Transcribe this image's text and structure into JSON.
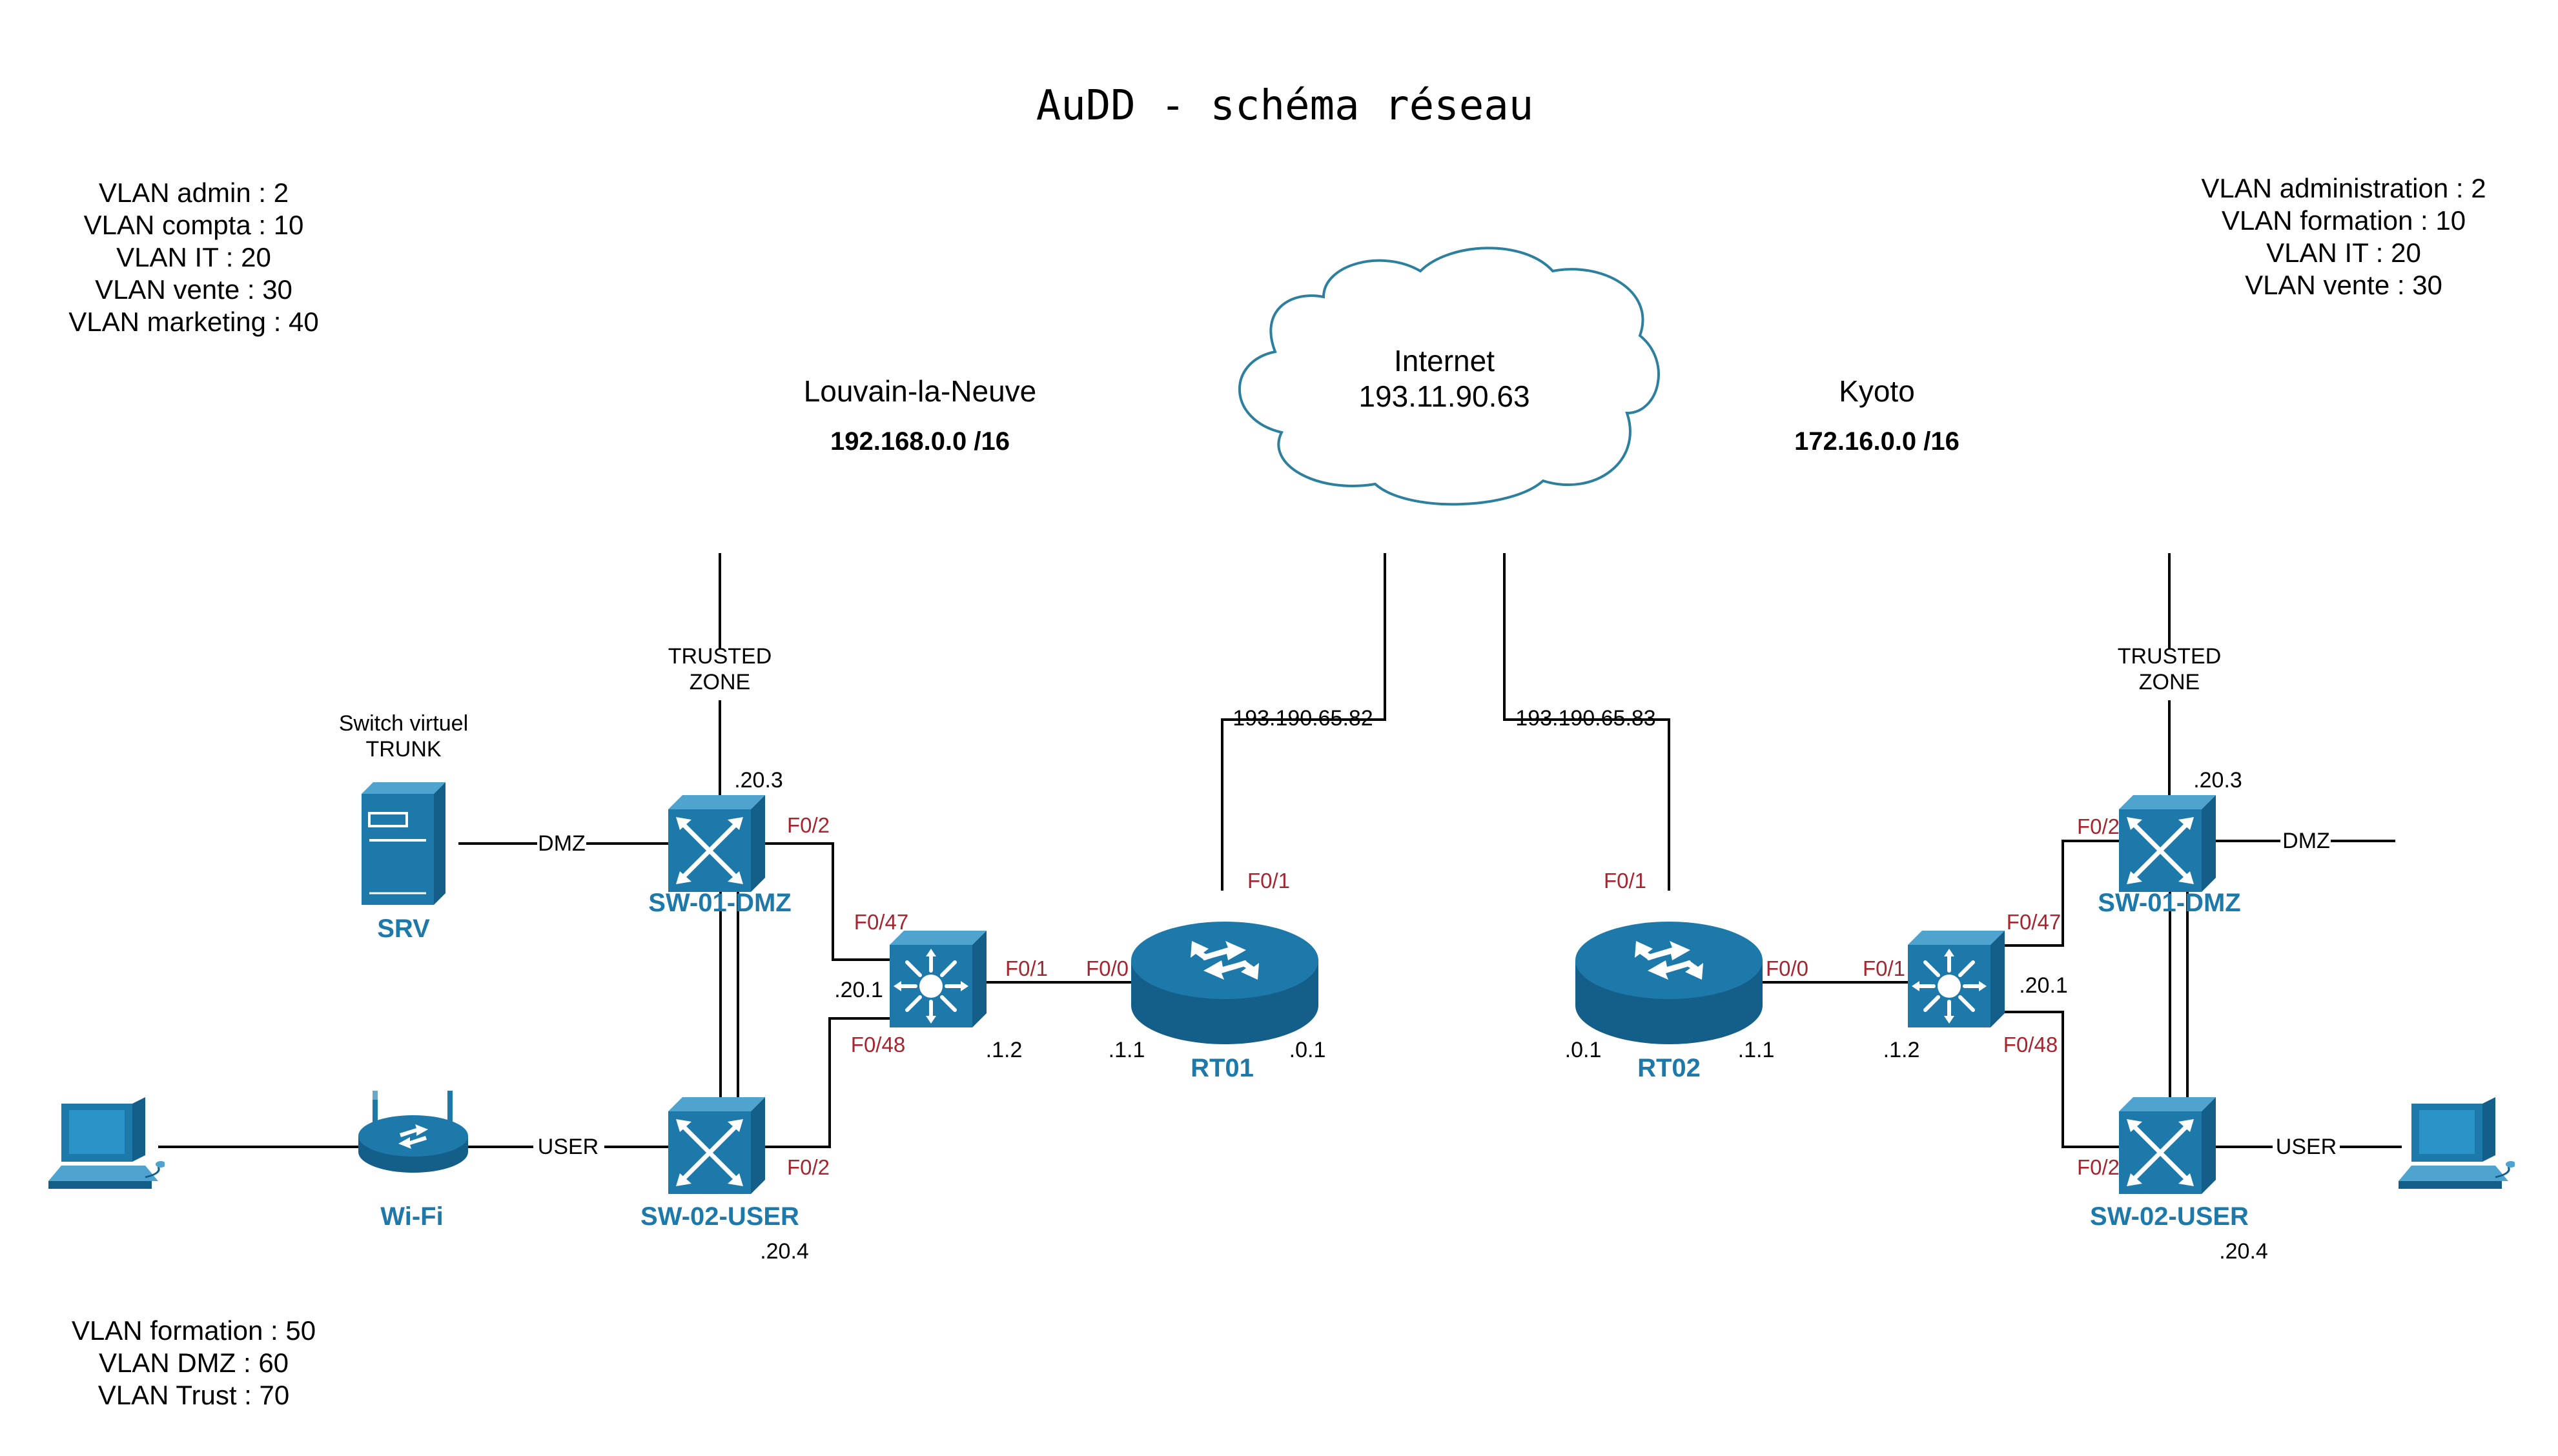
{
  "title": "AuDD - schéma réseau",
  "vlans_top_left": [
    "VLAN admin : 2",
    "VLAN compta : 10",
    "VLAN IT : 20",
    "VLAN vente : 30",
    "VLAN marketing : 40"
  ],
  "vlans_bottom_left": [
    "VLAN formation : 50",
    "VLAN DMZ : 60",
    "VLAN Trust : 70"
  ],
  "vlans_top_right": [
    "VLAN administration : 2",
    "VLAN formation : 10",
    "VLAN IT : 20",
    "VLAN vente : 30"
  ],
  "internet": {
    "label": "Internet",
    "ip": "193.11.90.63"
  },
  "sites": {
    "left": {
      "name": "Louvain-la-Neuve",
      "network": "192.168.0.0 /16"
    },
    "right": {
      "name": "Kyoto",
      "network": "172.16.0.0 /16"
    }
  },
  "wan": {
    "left_ip": "193.190.65.82",
    "right_ip": "193.190.65.83"
  },
  "left": {
    "trusted_zone": [
      "TRUSTED",
      "ZONE"
    ],
    "vswitch": [
      "Switch virtuel",
      "TRUNK"
    ],
    "srv": "SRV",
    "wifi": "Wi-Fi",
    "sw01": "SW-01-DMZ",
    "sw02": "SW-02-USER",
    "rt": "RT01",
    "dmz": "DMZ",
    "user": "USER",
    "sw01_ip": ".20.3",
    "sw02_ip": ".20.4",
    "core_ip": ".20.1",
    "core_wan": ".1.2",
    "rt_in": ".1.1",
    "rt_out": ".0.1",
    "ports": {
      "sw01_f02": "F0/2",
      "sw02_f02": "F0/2",
      "core_f047": "F0/47",
      "core_f048": "F0/48",
      "core_f01": "F0/1",
      "rt_f00": "F0/0",
      "rt_f01": "F0/1"
    }
  },
  "right": {
    "trusted_zone": [
      "TRUSTED",
      "ZONE"
    ],
    "sw01": "SW-01-DMZ",
    "sw02": "SW-02-USER",
    "rt": "RT02",
    "dmz": "DMZ",
    "user": "USER",
    "sw01_ip": ".20.3",
    "sw02_ip": ".20.4",
    "core_ip": ".20.1",
    "core_wan": ".1.2",
    "rt_in": ".1.1",
    "rt_out": ".0.1",
    "ports": {
      "sw01_f02": "F0/2",
      "sw02_f02": "F0/2",
      "core_f047": "F0/47",
      "core_f048": "F0/48",
      "core_f01": "F0/1",
      "rt_f00": "F0/0",
      "rt_f01": "F0/1"
    }
  },
  "colors": {
    "device": "#1e79ab",
    "device_dark": "#135f8a",
    "port": "#a8242f",
    "cloud_stroke": "#2d7f9e"
  }
}
